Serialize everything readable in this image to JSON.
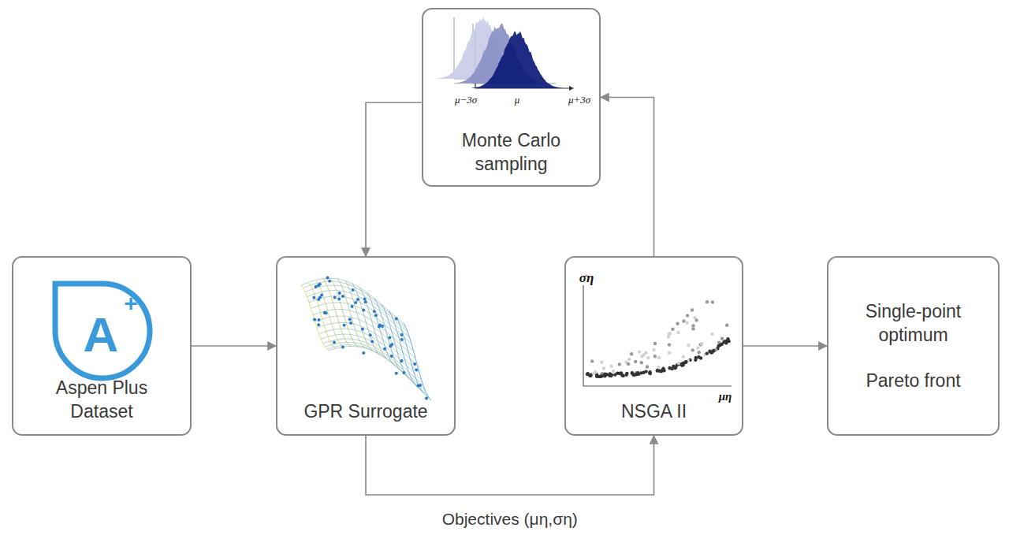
{
  "diagram": {
    "nodes": [
      {
        "text": [
          "Aspen Plus Dataset"
        ]
      },
      {
        "text": [
          "GPR Surrogate"
        ]
      },
      {
        "text": [
          "Monte Carlo sampling"
        ]
      },
      {
        "text": [
          "NSGA II"
        ]
      },
      {
        "text": [
          "Single-point optimum",
          "Pareto front"
        ]
      }
    ],
    "edges": [
      {
        "from": 0,
        "to": 1,
        "arrow": "to"
      },
      {
        "from": 1,
        "to": 3,
        "arrow": "to",
        "label": "Objectives (μη,ση)"
      },
      {
        "from": 3,
        "to": 2,
        "arrow": "to"
      },
      {
        "from": 2,
        "to": 1,
        "arrow": "to"
      },
      {
        "from": 3,
        "to": 4,
        "arrow": "to"
      }
    ],
    "labels": [
      "A",
      "+",
      "μ−3σ",
      "μ",
      "μ+3σ",
      "ση",
      "μη"
    ]
  }
}
